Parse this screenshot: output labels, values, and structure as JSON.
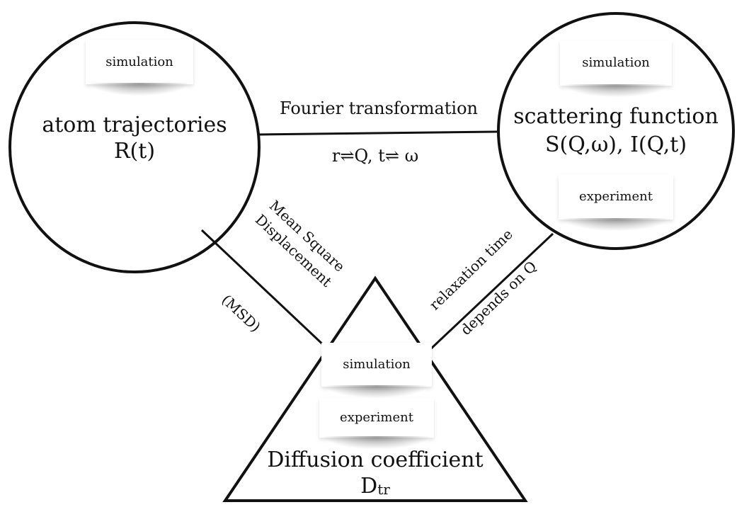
{
  "nodes": {
    "atom": {
      "title": "atom trajectories",
      "formula": "R(t)",
      "card_label": "simulation"
    },
    "scattering": {
      "title": "scattering function",
      "formula": "S(Q,ω), I(Q,t)",
      "card_top_label": "simulation",
      "card_bottom_label": "experiment"
    },
    "diffusion": {
      "title": "Diffusion coefficient",
      "symbol_main": "D",
      "symbol_sub": "tr",
      "card_top_label": "simulation",
      "card_bottom_label": "experiment"
    }
  },
  "edges": {
    "top": {
      "label": "Fourier transformation",
      "relation": "r⇌Q, t⇌ ω"
    },
    "left": {
      "line1": "Mean Square",
      "line2": "Displacement",
      "line3": "(MSD)"
    },
    "right": {
      "line1": "relaxation time",
      "line2": "depends on Q"
    }
  },
  "colors": {
    "stroke": "#111111",
    "background": "#ffffff"
  }
}
